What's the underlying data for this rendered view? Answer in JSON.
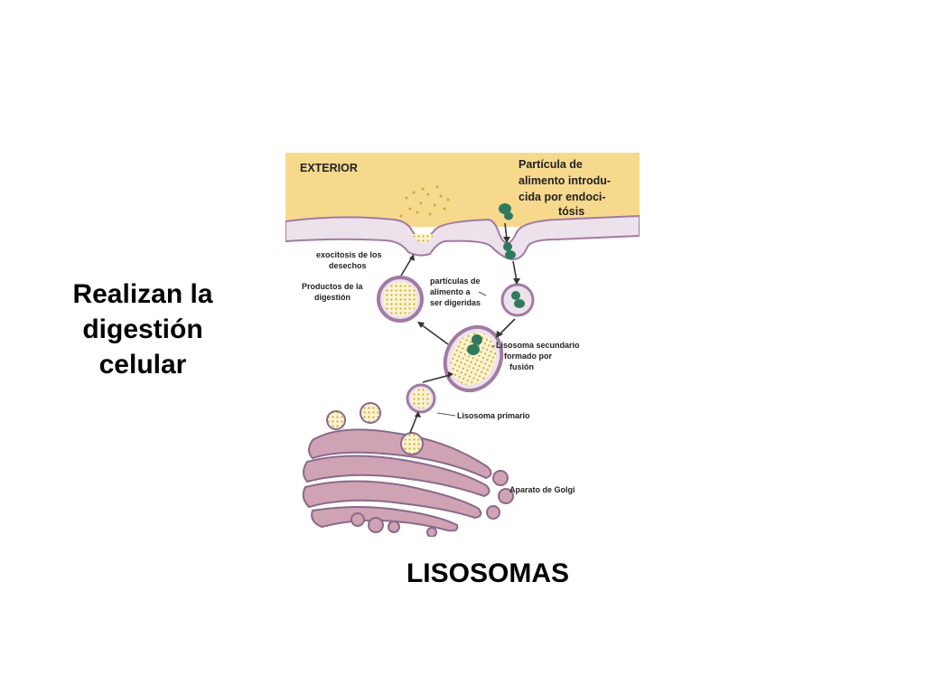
{
  "side_text": [
    "Realizan la",
    "digestión",
    "celular"
  ],
  "title": "LISOSOMAS",
  "diagram": {
    "exterior_label": "EXTERIOR",
    "particle_label": [
      "Partícula de",
      "alimento introdu-",
      "cida por endoci-",
      "tósis"
    ],
    "exocytosis_label": [
      "exocitosis de los",
      "desechos"
    ],
    "products_label": [
      "Productos de la",
      "digestión"
    ],
    "particles_label": [
      "partículas de",
      "alimento a",
      "ser digeridas"
    ],
    "secondary_label": [
      "Lisosoma secundario",
      "formado por",
      "fusión"
    ],
    "primary_label": "Lisosoma primario",
    "golgi_label": "Aparato de Golgi",
    "colors": {
      "exterior": "#f7d98e",
      "membrane_fill": "#ece2ec",
      "membrane_stroke": "#a27aa2",
      "golgi_fill": "#cfa3b3",
      "food_particle": "#2f7a5e",
      "dots": "#c9ab3c"
    }
  }
}
